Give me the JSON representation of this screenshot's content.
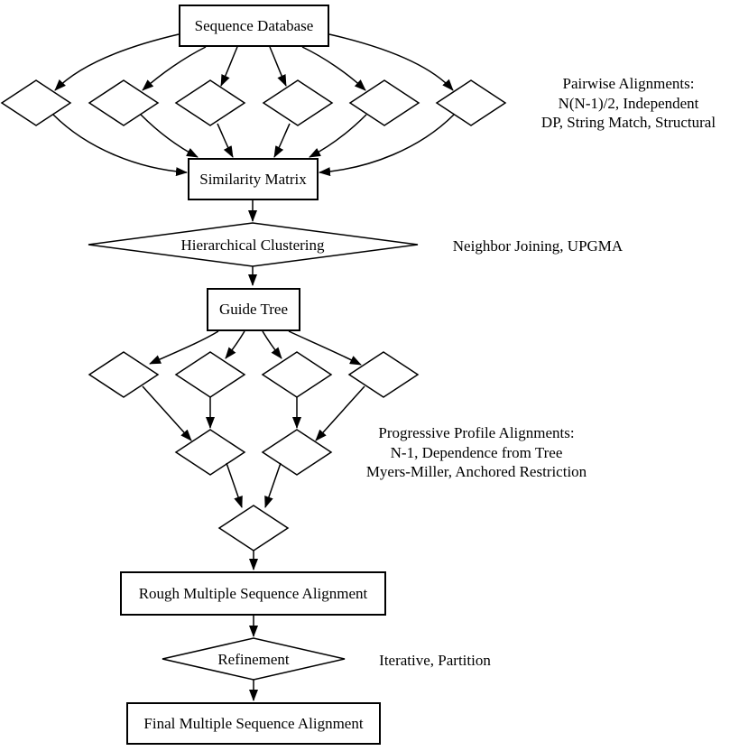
{
  "nodes": {
    "sequence_database": {
      "label": "Sequence Database"
    },
    "similarity_matrix": {
      "label": "Similarity Matrix"
    },
    "hierarchical_clustering": {
      "label": "Hierarchical Clustering"
    },
    "guide_tree": {
      "label": "Guide Tree"
    },
    "rough_msa": {
      "label": "Rough Multiple Sequence Alignment"
    },
    "refinement": {
      "label": "Refinement"
    },
    "final_msa": {
      "label": "Final Multiple Sequence Alignment"
    }
  },
  "annotations": {
    "pairwise": {
      "line1": "Pairwise Alignments:",
      "line2": "N(N-1)/2, Independent",
      "line3": "DP, String Match, Structural"
    },
    "clustering": {
      "line1": "Neighbor Joining, UPGMA"
    },
    "progressive": {
      "line1": "Progressive Profile Alignments:",
      "line2": "N-1, Dependence from Tree",
      "line3": "Myers-Miller, Anchored Restriction"
    },
    "refinement": {
      "line1": "Iterative, Partition"
    }
  },
  "colors": {
    "line": "#000000",
    "background": "#ffffff",
    "node_fill": "#ffffff"
  }
}
